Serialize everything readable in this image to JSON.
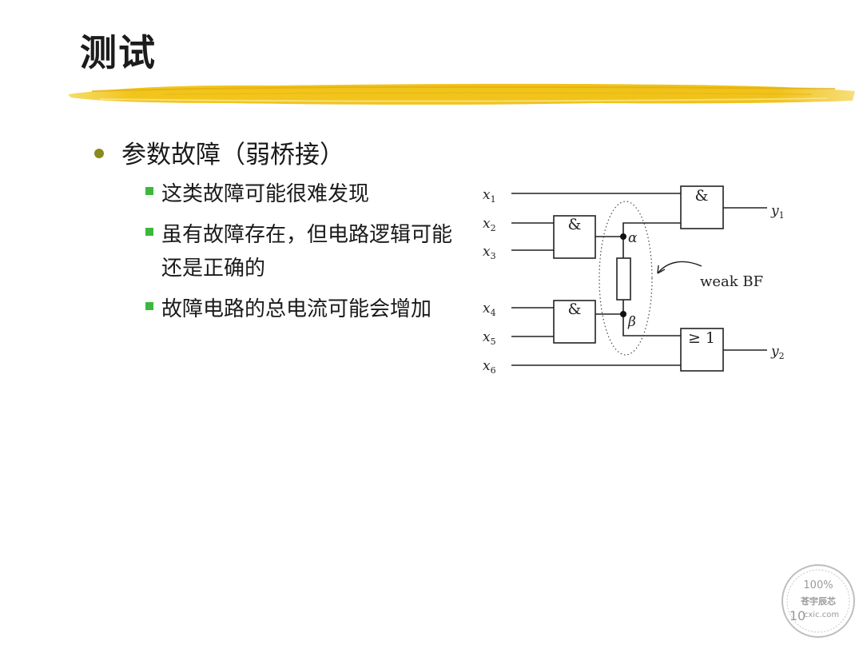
{
  "slide": {
    "title": "测试",
    "bullet": "参数故障（弱桥接）",
    "sub_bullets": [
      "这类故障可能很难发现",
      "虽有故障存在，但电路逻辑可能还是正确的",
      "故障电路的总电流可能会增加"
    ],
    "page_number": "10"
  },
  "diagram": {
    "inputs": [
      {
        "var": "x",
        "sub": "1"
      },
      {
        "var": "x",
        "sub": "2"
      },
      {
        "var": "x",
        "sub": "3"
      },
      {
        "var": "x",
        "sub": "4"
      },
      {
        "var": "x",
        "sub": "5"
      },
      {
        "var": "x",
        "sub": "6"
      }
    ],
    "outputs": [
      {
        "var": "y",
        "sub": "1"
      },
      {
        "var": "y",
        "sub": "2"
      }
    ],
    "gates": {
      "and_upper": "&",
      "and_lower": "&",
      "and_out": "&",
      "or_out": "≥ 1"
    },
    "node_alpha": "α",
    "node_beta": "β",
    "annotation": "weak BF"
  },
  "seal": {
    "percent": "100%",
    "brand": "苍宇辰芯",
    "site": "cxic.com"
  },
  "colors": {
    "brush": "#f2c51c",
    "bullet_dot": "#8a8a1e",
    "sub_square": "#3cb83c"
  }
}
